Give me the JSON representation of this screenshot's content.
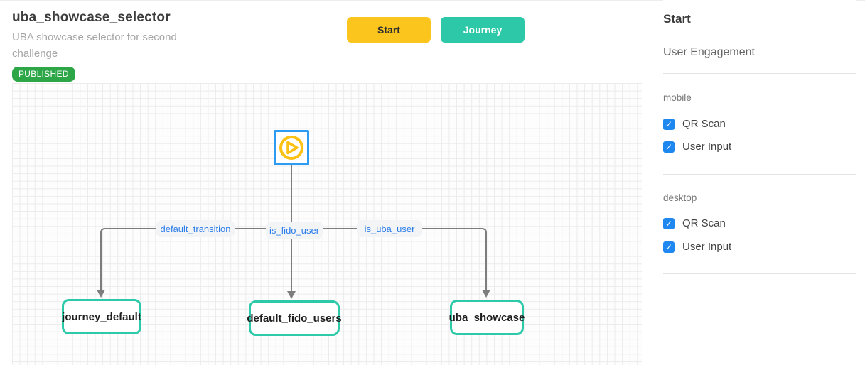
{
  "header": {
    "title": "uba_showcase_selector",
    "description": "UBA showcase selector for second challenge",
    "status": "PUBLISHED"
  },
  "toolbar": {
    "start_label": "Start",
    "journey_label": "Journey"
  },
  "canvas": {
    "start_node_icon": "play-icon",
    "transitions": [
      {
        "label": "default_transition"
      },
      {
        "label": "is_fido_user"
      },
      {
        "label": "is_uba_user"
      }
    ],
    "nodes": [
      {
        "label": "journey_default"
      },
      {
        "label": "default_fido_users"
      },
      {
        "label": "uba_showcase"
      }
    ]
  },
  "sidebar": {
    "title": "Start",
    "subtitle": "User Engagement",
    "sections": [
      {
        "label": "mobile",
        "options": [
          {
            "label": "QR Scan",
            "checked": true
          },
          {
            "label": "User Input",
            "checked": true
          }
        ]
      },
      {
        "label": "desktop",
        "options": [
          {
            "label": "QR Scan",
            "checked": true
          },
          {
            "label": "User Input",
            "checked": true
          }
        ]
      }
    ]
  },
  "colors": {
    "accent_yellow": "#fbc51d",
    "accent_teal": "#2cc8a8",
    "node_border_teal": "#2dc9a8",
    "start_node_blue": "#2e9bf3",
    "transition_label_blue": "#2b7de9",
    "checkbox_blue": "#1e87f0",
    "badge_green": "#2ca647",
    "connector_gray": "#7d7d7d"
  }
}
